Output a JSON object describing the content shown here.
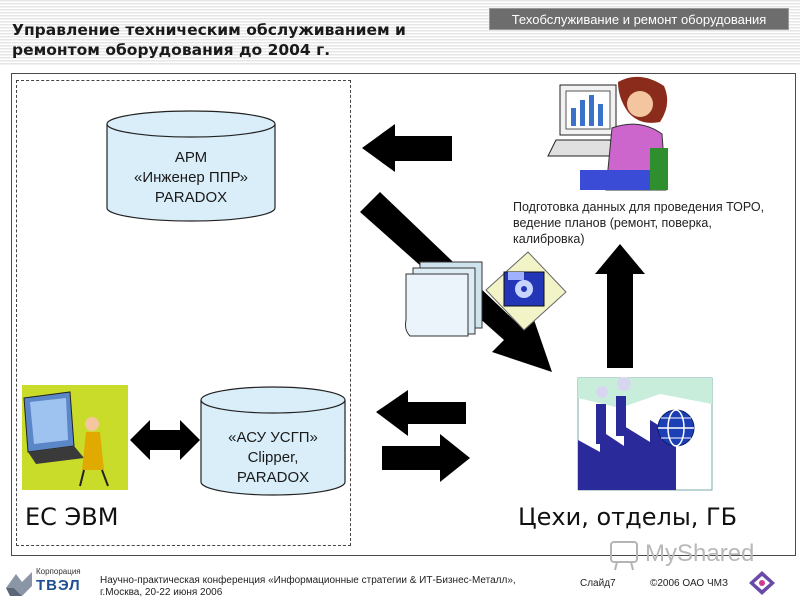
{
  "header": {
    "title_line1": "Управление техническим обслуживанием и",
    "title_line2": "ремонтом оборудования до 2004 г.",
    "topic": "Техобслуживание и ремонт оборудования"
  },
  "diagram": {
    "arm": {
      "line1": "АРМ",
      "line2": "«Инженер ППР»",
      "line3": "PARADOX"
    },
    "asu": {
      "line1": "«АСУ УСГП»",
      "line2": "Clipper,",
      "line3": "PARADOX"
    },
    "caption": "Подготовка данных для проведения ТОРО, ведение планов (ремонт, поверка, калибровка)",
    "label_left": "ЕС ЭВМ",
    "label_right": "Цехи, отделы, ГБ"
  },
  "footer": {
    "conference_line1": "Научно-практическая конференция «Информационные стратегии & ИТ-Бизнес-Металл»,",
    "conference_line2": "г.Москва, 20-22 июня 2006",
    "slide": "Слайд7",
    "copyright": "©2006 ОАО ЧМЗ",
    "corp_small": "Корпорация",
    "corp_big": "ТВЭЛ",
    "watermark": "MyShared"
  },
  "colors": {
    "topic_bg": "#6d6d6d",
    "cylinder_fill": "#d9eef9",
    "arrow": "#000000",
    "corp_blue": "#1d4f91"
  }
}
